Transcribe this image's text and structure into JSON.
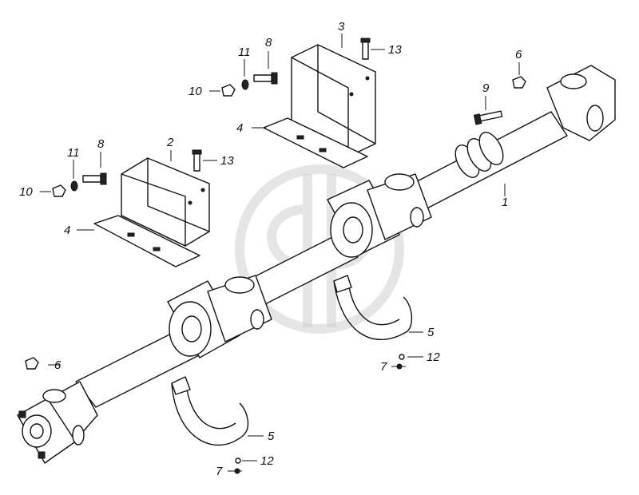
{
  "callouts": {
    "c1": "1",
    "c2": "2",
    "c3": "3",
    "c4a": "4",
    "c4b": "4",
    "c5a": "5",
    "c5b": "5",
    "c6a": "6",
    "c6b": "6",
    "c7a": "7",
    "c7b": "7",
    "c8a": "8",
    "c8b": "8",
    "c9": "9",
    "c10a": "10",
    "c10b": "10",
    "c11a": "11",
    "c11b": "11",
    "c12a": "12",
    "c12b": "12",
    "c13a": "13",
    "c13b": "13"
  },
  "colors": {
    "ink": "#111111",
    "watermark": "#cfcfcf"
  }
}
